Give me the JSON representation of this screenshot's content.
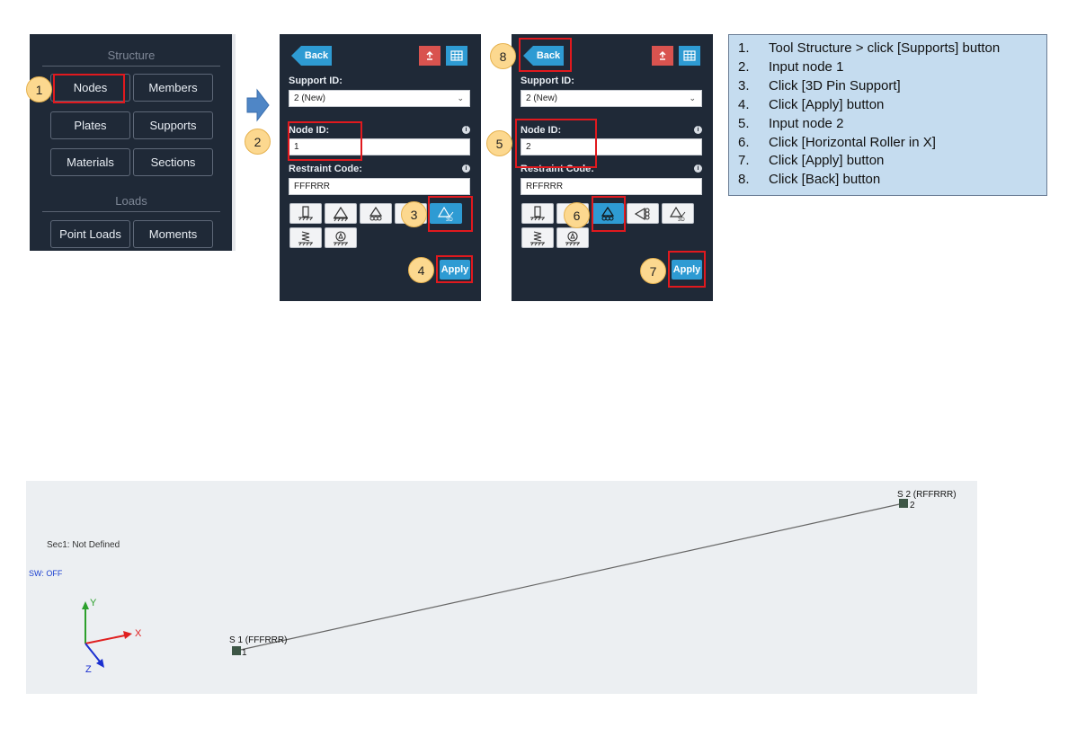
{
  "menu": {
    "structure_heading": "Structure",
    "loads_heading": "Loads",
    "buttons": [
      "Nodes",
      "Members",
      "Plates",
      "Supports",
      "Materials",
      "Sections",
      "Point Loads",
      "Moments"
    ]
  },
  "panel1": {
    "back_label": "Back",
    "support_id_label": "Support ID:",
    "support_id_value": "2 (New)",
    "node_id_label": "Node ID:",
    "node_id_value": "1",
    "restraint_label": "Restraint Code:",
    "restraint_value": "FFFRRR",
    "apply_label": "Apply",
    "active_support": "3d-pin-support"
  },
  "panel2": {
    "back_label": "Back",
    "support_id_label": "Support ID:",
    "support_id_value": "2 (New)",
    "node_id_label": "Node ID:",
    "node_id_value": "2",
    "restraint_label": "Restraint Code:",
    "restraint_value": "RFFRRR",
    "apply_label": "Apply",
    "active_support": "horizontal-roller-x"
  },
  "callouts": [
    "1",
    "2",
    "3",
    "4",
    "5",
    "6",
    "7",
    "8"
  ],
  "steps": [
    {
      "n": "1.",
      "text": "Tool Structure > click [Supports] button"
    },
    {
      "n": "2.",
      "text": "Input node 1"
    },
    {
      "n": "3.",
      "text": "Click [3D Pin Support]"
    },
    {
      "n": "4.",
      "text": "Click [Apply] button"
    },
    {
      "n": "5.",
      "text": "Input node 2"
    },
    {
      "n": "6.",
      "text": "Click [Horizontal Roller in X]"
    },
    {
      "n": "7.",
      "text": "Click [Apply] button"
    },
    {
      "n": "8.",
      "text": "Click [Back] button"
    }
  ],
  "viewport": {
    "section_info": "Sec1: Not Defined",
    "self_weight": "SW: OFF",
    "axes": {
      "x": "X",
      "y": "Y",
      "z": "Z"
    },
    "nodes": [
      {
        "id": "1",
        "support_label": "S 1 (FFFRRR)"
      },
      {
        "id": "2",
        "support_label": "S 2 (RFFRRR)"
      }
    ]
  },
  "colors": {
    "panel_bg": "#1f2937",
    "accent_blue": "#2e9bd3",
    "highlight_red": "#e0191e",
    "callout_fill": "#fcd88f",
    "steps_bg": "#c5dcef",
    "viewport_bg": "#eceff2"
  }
}
